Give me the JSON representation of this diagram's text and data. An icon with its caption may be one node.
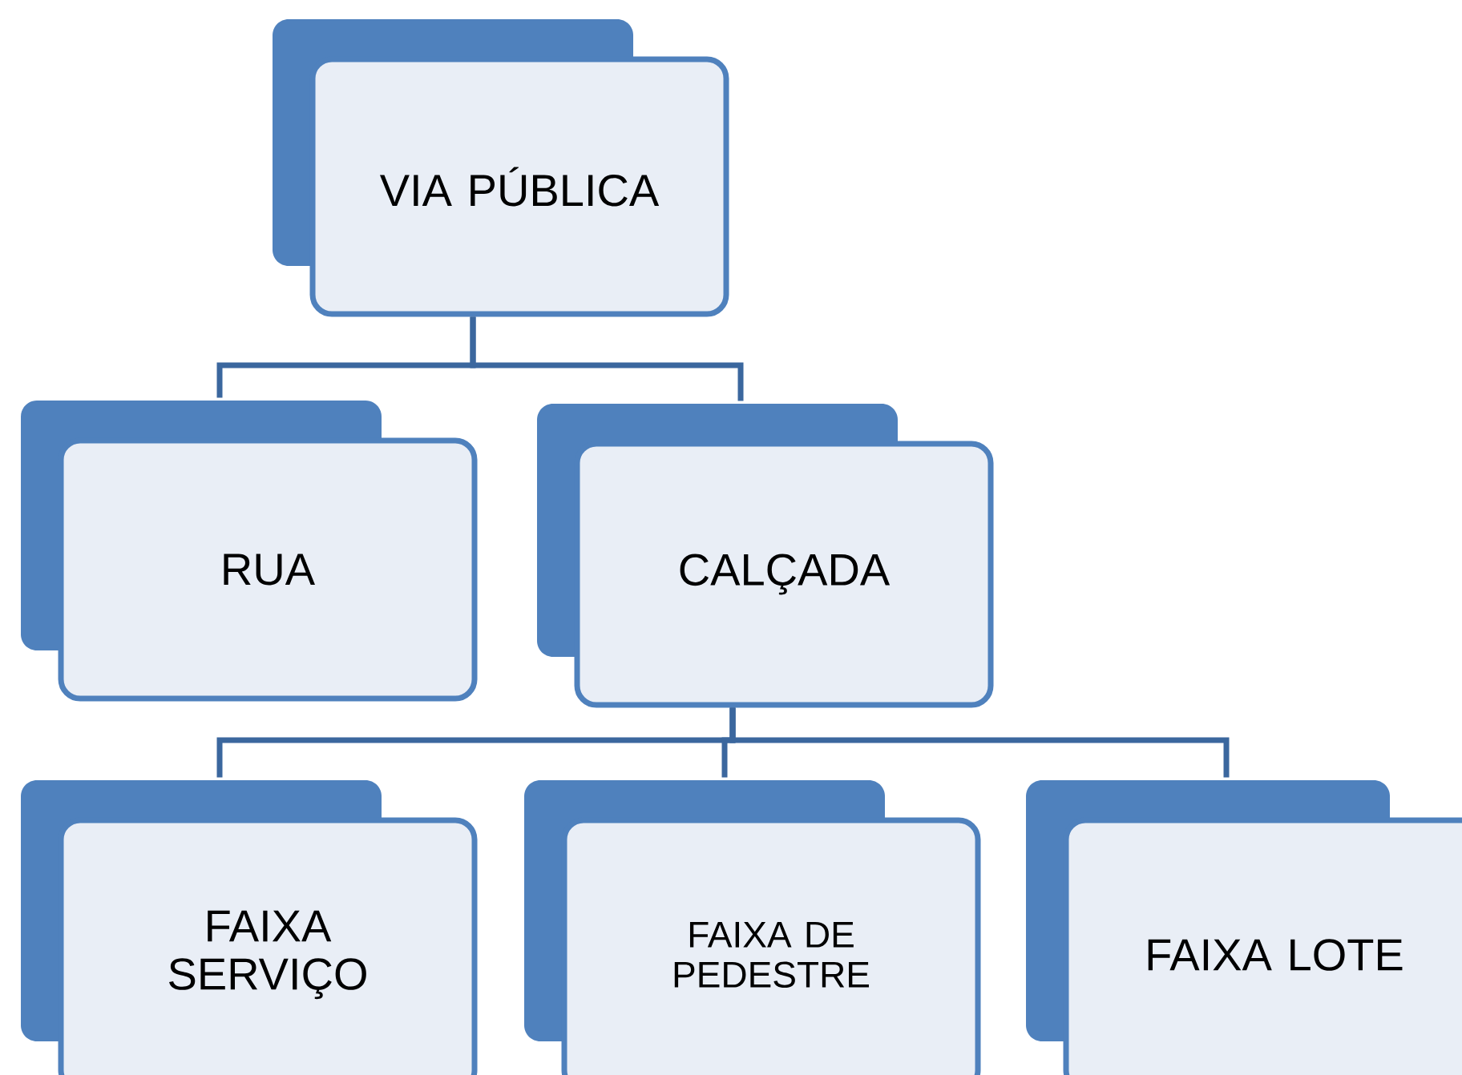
{
  "diagram": {
    "nodes": [
      {
        "text": [
          "VIA PÚBLICA"
        ]
      },
      {
        "text": [
          "RUA"
        ]
      },
      {
        "text": [
          "CALÇADA"
        ]
      },
      {
        "text": [
          "FAIXA SERVIÇO"
        ]
      },
      {
        "text": [
          "FAIXA DE PEDESTRE"
        ]
      },
      {
        "text": [
          "FAIXA LOTE"
        ]
      }
    ],
    "edges": [
      {
        "from": 0,
        "to": 1,
        "arrow": "none"
      },
      {
        "from": 0,
        "to": 2,
        "arrow": "none"
      },
      {
        "from": 2,
        "to": 3,
        "arrow": "none"
      },
      {
        "from": 2,
        "to": 4,
        "arrow": "none"
      },
      {
        "from": 2,
        "to": 5,
        "arrow": "none"
      }
    ]
  }
}
